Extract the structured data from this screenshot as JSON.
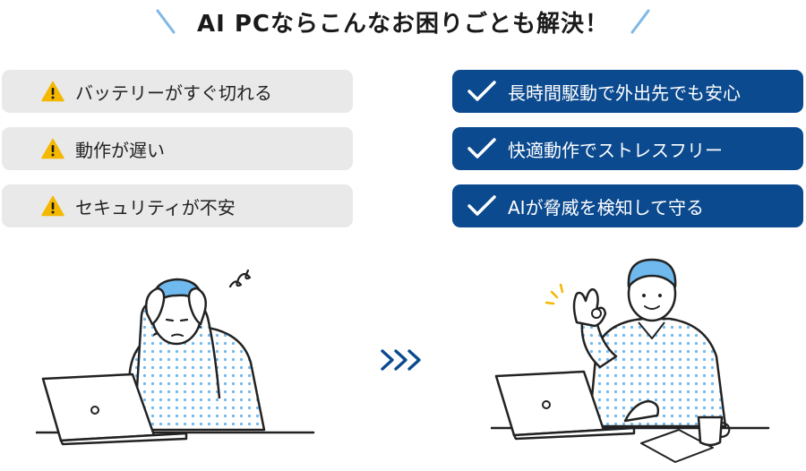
{
  "headline": {
    "title": "AI PCならこんなお困りごとも解決！"
  },
  "problems": [
    {
      "label": "バッテリーがすぐ切れる",
      "icon": "warning-icon"
    },
    {
      "label": "動作が遅い",
      "icon": "warning-icon"
    },
    {
      "label": "セキュリティが不安",
      "icon": "warning-icon"
    }
  ],
  "solutions": [
    {
      "label": "長時間駆動で外出先でも安心",
      "icon": "check-icon"
    },
    {
      "label": "快適動作でストレスフリー",
      "icon": "check-icon"
    },
    {
      "label": "AIが脅威を検知して守る",
      "icon": "check-icon"
    }
  ],
  "colors": {
    "solution_bg": "#0b4a8f",
    "problem_bg": "#e9e9e9",
    "warning": "#f5b800",
    "hair": "#6fb9ee",
    "accent_line": "#7fb8e6"
  }
}
